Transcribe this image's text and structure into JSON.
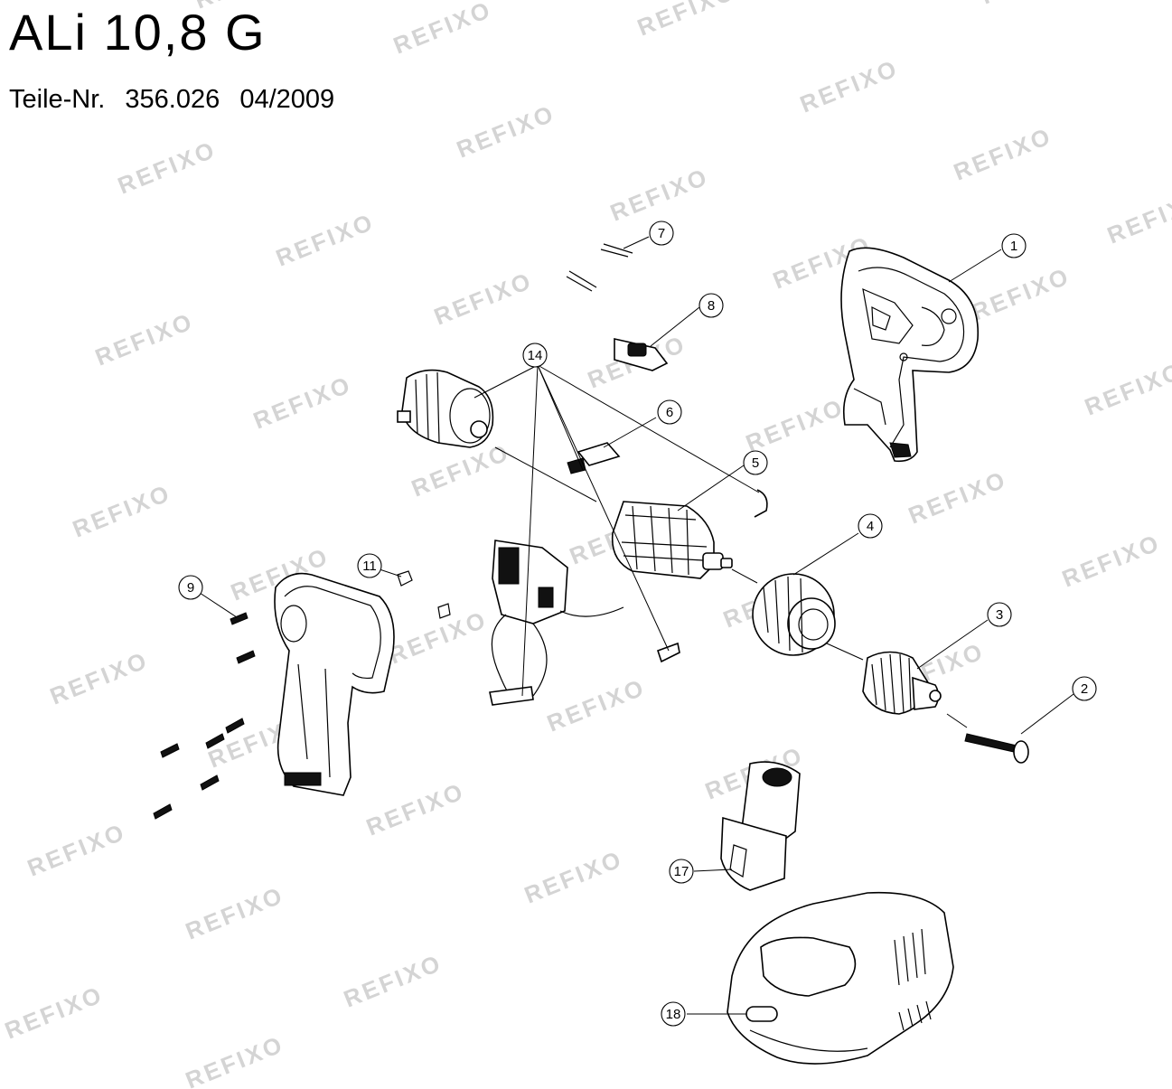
{
  "header": {
    "title": "ALi 10,8 G",
    "part_label": "Teile-Nr.",
    "part_number": "356.026",
    "date": "04/2009"
  },
  "watermark": {
    "text": "REFIXO"
  },
  "callouts": [
    {
      "id": "1",
      "label": "1"
    },
    {
      "id": "2",
      "label": "2"
    },
    {
      "id": "3",
      "label": "3"
    },
    {
      "id": "4",
      "label": "4"
    },
    {
      "id": "5",
      "label": "5"
    },
    {
      "id": "6",
      "label": "6"
    },
    {
      "id": "7",
      "label": "7"
    },
    {
      "id": "8",
      "label": "8"
    },
    {
      "id": "9",
      "label": "9"
    },
    {
      "id": "11",
      "label": "11"
    },
    {
      "id": "14",
      "label": "14"
    },
    {
      "id": "17",
      "label": "17"
    },
    {
      "id": "18",
      "label": "18"
    }
  ]
}
